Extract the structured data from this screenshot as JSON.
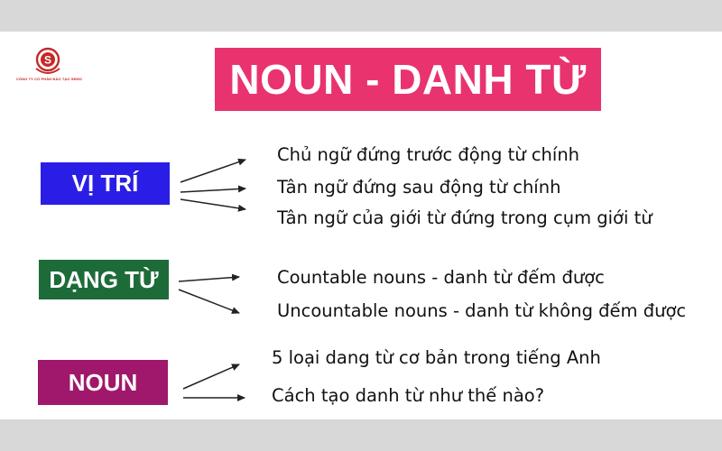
{
  "logo": {
    "letter": "S",
    "company": "CÔNG TY CỔ PHẦN ĐÀO TẠO SEMO",
    "brand_color": "#c62828"
  },
  "title": "NOUN - DANH TỪ",
  "colors": {
    "title_bg": "#e8336f",
    "vitri_bg": "#2a1ee6",
    "dangtu_bg": "#1e6b3a",
    "noun_bg": "#a0186b"
  },
  "sections": {
    "vitri": {
      "tag": "VỊ TRÍ",
      "items": [
        "Chủ ngữ đứng trước động từ chính",
        "Tân ngữ đứng sau động từ chính",
        "Tân ngữ của giới từ đứng trong cụm giới từ"
      ]
    },
    "dangtu": {
      "tag": "DẠNG TỪ",
      "items": [
        "Countable nouns - danh từ đếm được",
        "Uncountable nouns - danh từ không đếm được"
      ]
    },
    "noun": {
      "tag": "NOUN",
      "items": [
        "5 loại dang từ cơ bản trong tiếng Anh",
        "Cách tạo danh từ như thế nào?"
      ]
    }
  }
}
